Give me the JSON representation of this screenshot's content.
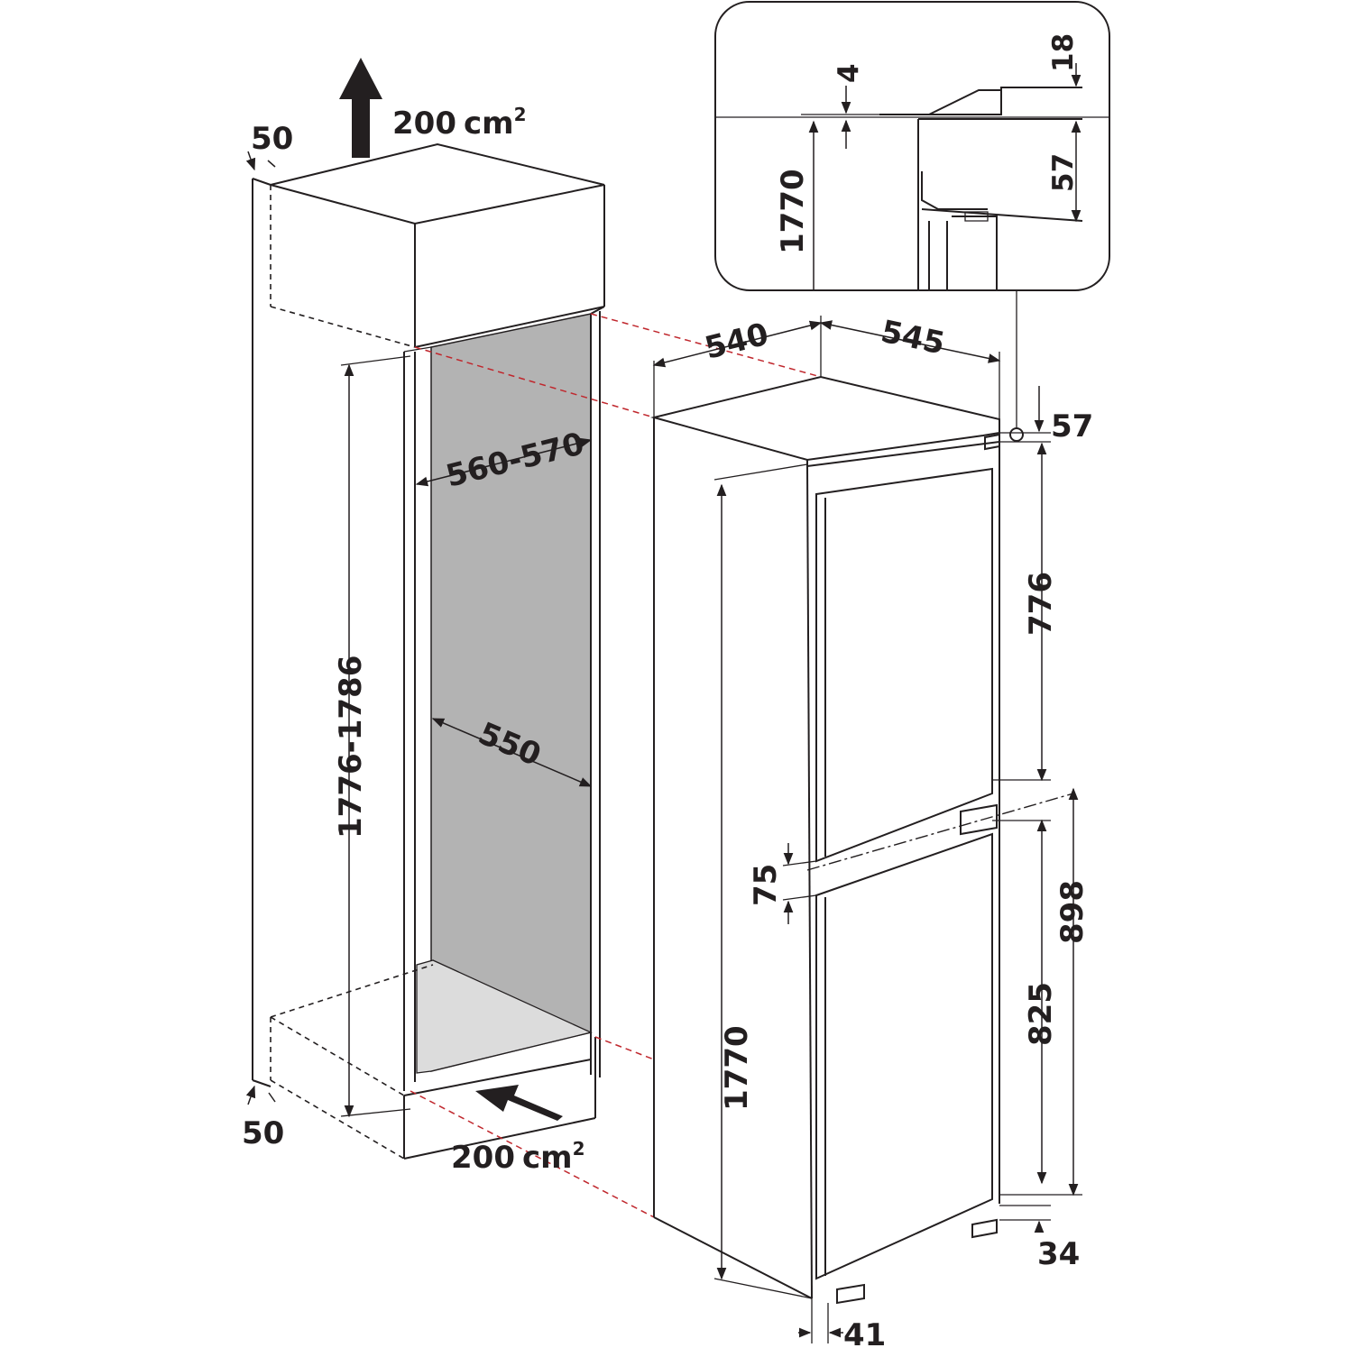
{
  "vent_top_value": "200",
  "vent_top_unit": "cm",
  "vent_bottom_value": "200",
  "vent_bottom_unit": "cm",
  "sup2": "2",
  "niche_offset_top": "50",
  "niche_offset_bottom": "50",
  "niche_height": "1776-1786",
  "niche_width": "560-570",
  "niche_depth": "550",
  "appliance_width": "540",
  "appliance_depth": "545",
  "top_gap": "57",
  "upper_door_height": "776",
  "door_gap": "75",
  "lower_door_height": "825",
  "lower_section_height": "898",
  "appliance_height": "1770",
  "plinth_height": "34",
  "foot_offset": "41",
  "detail": {
    "height": "1770",
    "gap_4": "4",
    "gap_18": "18",
    "gap_57": "57"
  },
  "colors": {
    "line": "#231f20",
    "projection": "#c0272d",
    "niche_back": "#b3b3b3",
    "niche_floor": "#dcdcdc"
  }
}
